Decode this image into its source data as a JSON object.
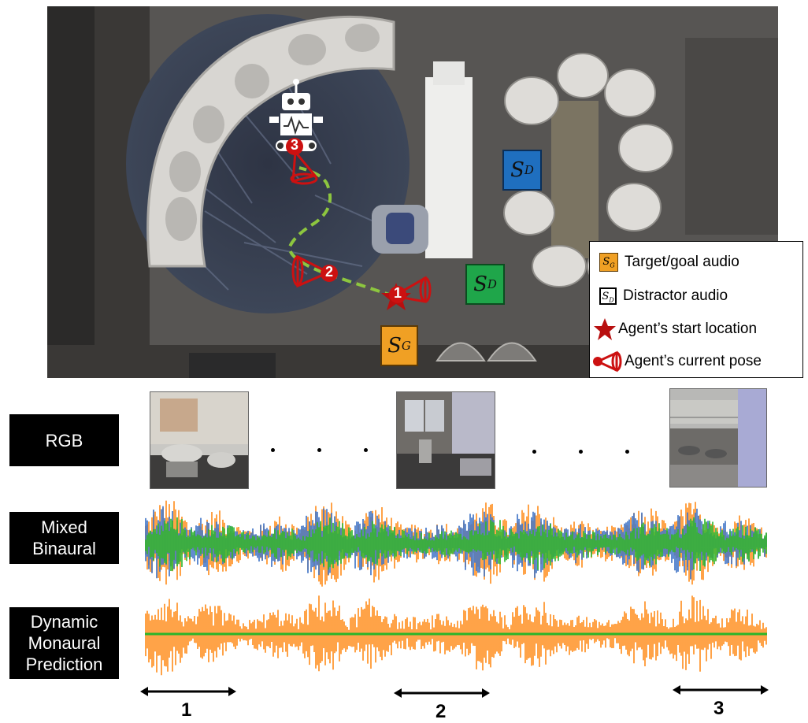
{
  "scene": {
    "sources": [
      {
        "kind": "target",
        "letter": "S",
        "subscript": "G",
        "color": "#f0a024"
      },
      {
        "kind": "distractor-blue",
        "letter": "S",
        "subscript": "D",
        "color": "#1f6fbf"
      },
      {
        "kind": "distractor-green",
        "letter": "S",
        "subscript": "D",
        "color": "#1fa64a"
      }
    ],
    "path_markers": [
      "1",
      "2",
      "3"
    ],
    "path_color": "#8dc63f",
    "marker_color": "#cc1111"
  },
  "legend": {
    "items": [
      {
        "sub": "G",
        "label": "Target/goal audio",
        "color": "#f0a024"
      },
      {
        "sub": "D",
        "label": "Distractor audio",
        "color": "#ffffff"
      },
      {
        "label": "Agent’s start location"
      },
      {
        "label": "Agent’s current pose"
      }
    ]
  },
  "rows": {
    "rgb": "RGB",
    "mixed": [
      "Mixed",
      "Binaural"
    ],
    "dynamic": [
      "Dynamic",
      "Monaural",
      "Prediction"
    ]
  },
  "waveform_colors": {
    "orange": "#ff8c1a",
    "blue": "#3a6fc4",
    "green": "#2ab52a"
  },
  "segments": [
    "1",
    "2",
    "3"
  ]
}
